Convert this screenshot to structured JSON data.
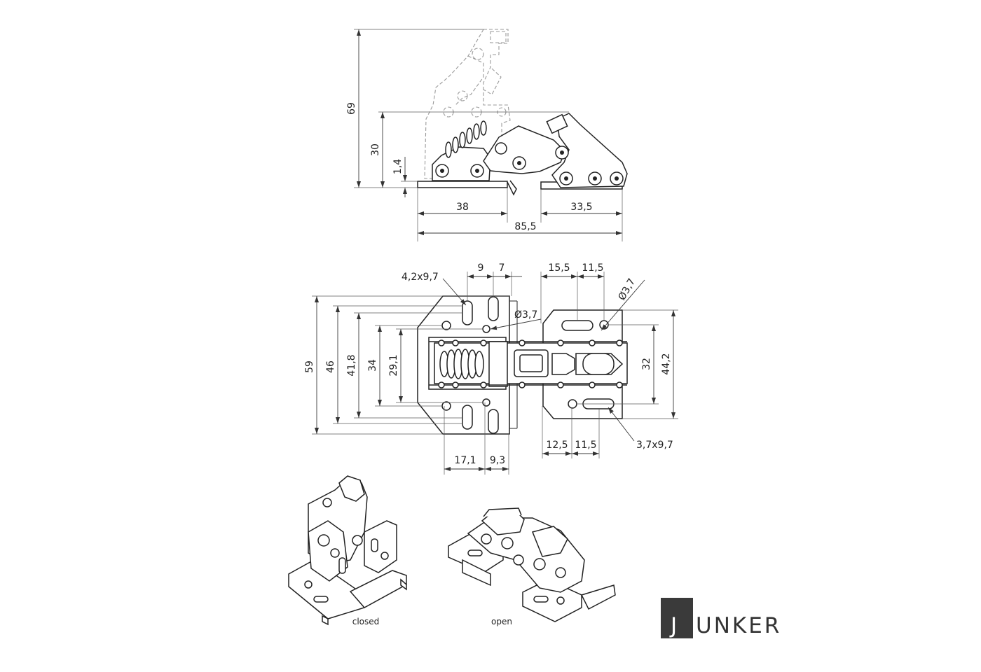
{
  "side_view": {
    "dims": {
      "d69": "69",
      "d30": "30",
      "d1_4": "1,4",
      "d38": "38",
      "d33_5": "33,5",
      "d85_5": "85,5"
    }
  },
  "top_view": {
    "dims": {
      "d9": "9",
      "d7": "7",
      "d15_5": "15,5",
      "d11_5_top": "11,5",
      "slot_left": "4,2x9,7",
      "hole_left": "Ø3,7",
      "hole_right": "Ø3,7",
      "d59": "59",
      "d46": "46",
      "d41_8": "41,8",
      "d34": "34",
      "d29_1": "29,1",
      "d32": "32",
      "d44_2": "44,2",
      "d17_1": "17,1",
      "d9_3": "9,3",
      "d12_5": "12,5",
      "d11_5_bottom": "11,5",
      "slot_right": "3,7x9,7"
    }
  },
  "views": {
    "closed_label": "closed",
    "open_label": "open"
  },
  "logo": {
    "initial": "J",
    "rest": "UNKER"
  }
}
